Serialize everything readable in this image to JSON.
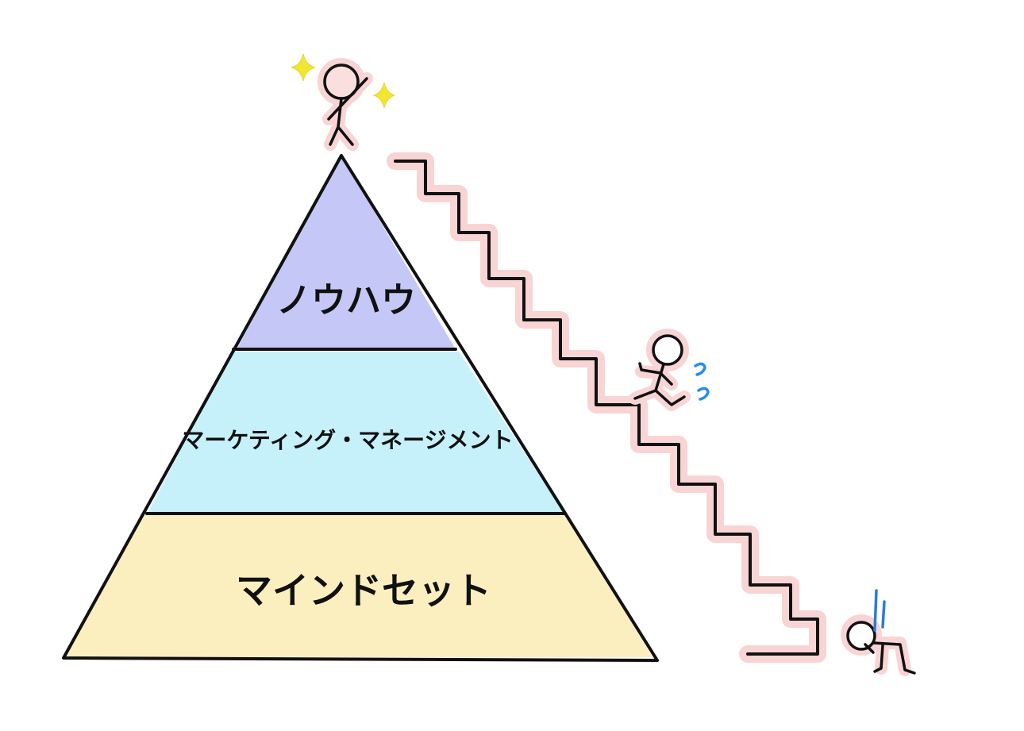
{
  "pyramid": {
    "tiers": [
      {
        "label": "ノウハウ",
        "color": "#c5c8f7"
      },
      {
        "label": "マーケティング・マネージメント",
        "color": "#c6f1fa"
      },
      {
        "label": "マインドセット",
        "color": "#fbefbf"
      }
    ],
    "outline_color": "#111111"
  },
  "staircase": {
    "line_color": "#111111",
    "glow_color": "#f9d4d4"
  },
  "figures": {
    "top_figure": {
      "state": "celebrating",
      "sparkle_color": "#f2e632"
    },
    "middle_figure": {
      "state": "climbing",
      "sweat_color": "#2a8bea"
    },
    "bottom_figure": {
      "state": "exhausted",
      "gloom_color": "#2a7be0"
    }
  }
}
